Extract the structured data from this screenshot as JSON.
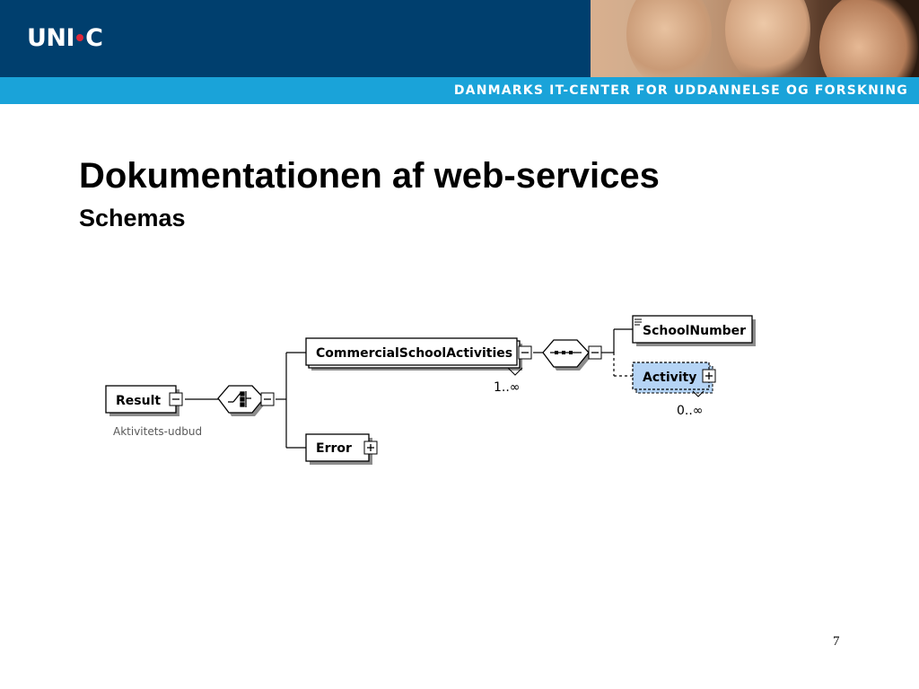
{
  "header": {
    "logo_left": "UNI",
    "logo_right": "C",
    "tagline": "DANMARKS IT-CENTER FOR UDDANNELSE OG FORSKNING",
    "brand_color": "#003f6e",
    "strip_color": "#1aa3d9"
  },
  "slide": {
    "title": "Dokumentationen af web-services",
    "subtitle": "Schemas",
    "page_number": "7"
  },
  "schema_diagram": {
    "root": {
      "label": "Result",
      "annotation": "Aktivitets-udbud"
    },
    "choice_compositor": "choice-icon",
    "children": [
      {
        "label": "CommercialSchoolActivities",
        "occurrence": "1..∞"
      },
      {
        "label": "Error"
      }
    ],
    "sequence_compositor": "sequence-icon",
    "grandchildren": [
      {
        "label": "SchoolNumber"
      },
      {
        "label": "Activity",
        "occurrence": "0..∞",
        "highlight_color": "#b5d4f5"
      }
    ]
  }
}
